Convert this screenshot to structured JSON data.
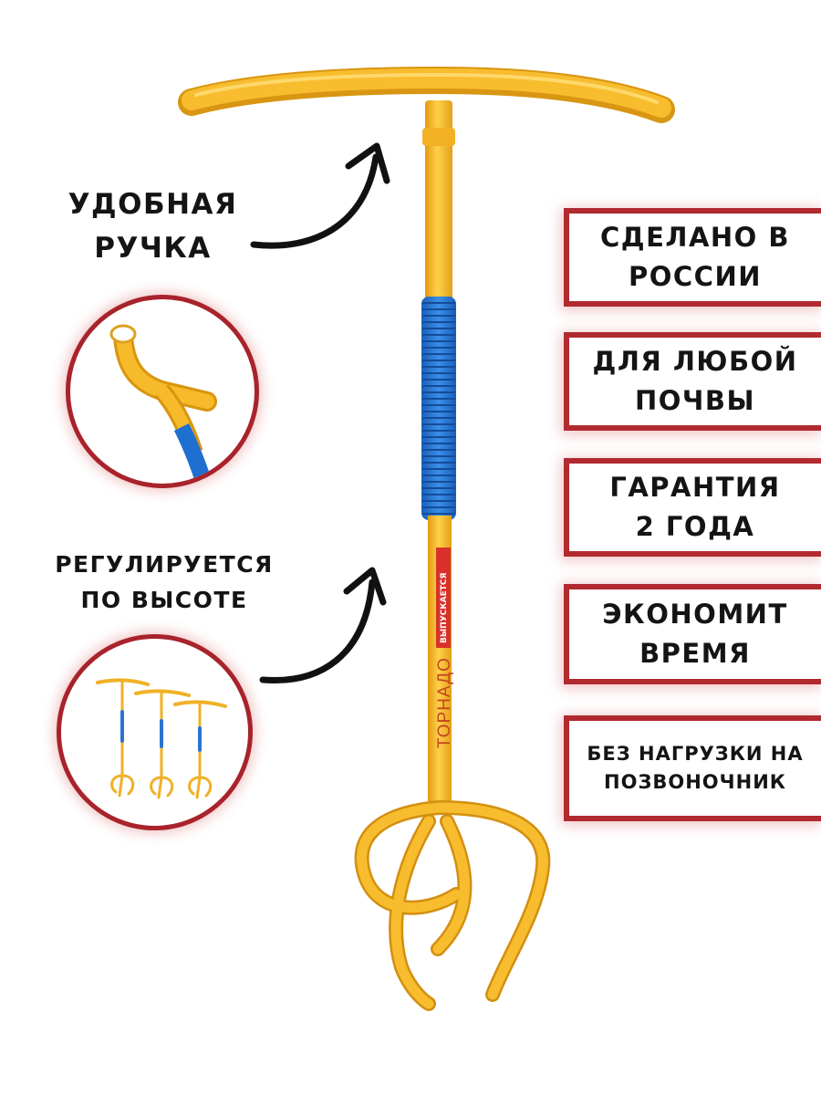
{
  "callouts": {
    "handle": {
      "lines": [
        "УДОБНАЯ",
        "РУЧКА"
      ],
      "icon": "curved-arrow-icon"
    },
    "height": {
      "lines": [
        "РЕГУЛИРУЕТСЯ",
        "ПО ВЫСОТЕ"
      ],
      "icon": "curved-arrow-icon"
    }
  },
  "features": [
    {
      "lines": [
        "СДЕЛАНО В",
        "РОССИИ"
      ]
    },
    {
      "lines": [
        "ДЛЯ ЛЮБОЙ",
        "ПОЧВЫ"
      ]
    },
    {
      "lines": [
        "ГАРАНТИЯ",
        "2 ГОДА"
      ]
    },
    {
      "lines": [
        "ЭКОНОМИТ",
        "ВРЕМЯ"
      ]
    },
    {
      "lines": [
        "БЕЗ НАГРУЗКИ НА",
        "ПОЗВОНОЧНИК"
      ]
    }
  ],
  "product": {
    "brand": "ТОРНАДО",
    "sticker": "ВЫПУСКАЕТСЯ"
  },
  "colors": {
    "tool_yellow": "#f6b526",
    "tool_yellow_dark": "#d38f10",
    "grip_blue": "#1f6fd0",
    "frame_red": "#b02a30",
    "text": "#141414"
  }
}
